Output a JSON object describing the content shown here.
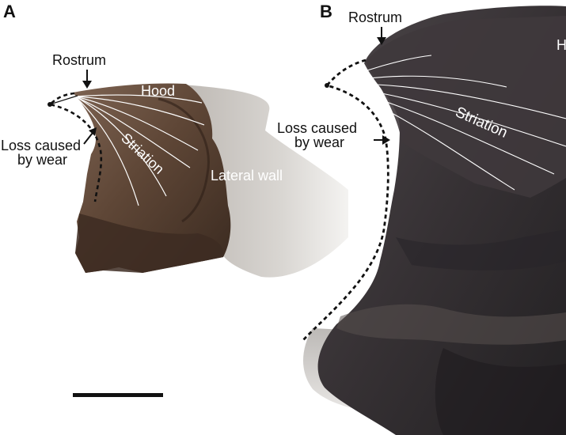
{
  "panel_a": {
    "letter": "A",
    "rostrum": "Rostrum",
    "hood": "Hood",
    "striation": "Striation",
    "lateral_wall": "Lateral wall",
    "loss_line1": "Loss caused",
    "loss_line2": "by wear"
  },
  "panel_b": {
    "letter": "B",
    "rostrum": "Rostrum",
    "hood_partial": "H",
    "striation": "Striation",
    "loss_line1": "Loss caused",
    "loss_line2": "by wear"
  },
  "colors": {
    "fossil_a_dark": "#3a2a20",
    "fossil_a_mid": "#6b5140",
    "fossil_b_dark": "#2f2b2e",
    "fossil_b_mid": "#4a4548",
    "shadow_gray": "#c9c6c2",
    "annotation_line": "#ffffff",
    "text": "#111111"
  }
}
